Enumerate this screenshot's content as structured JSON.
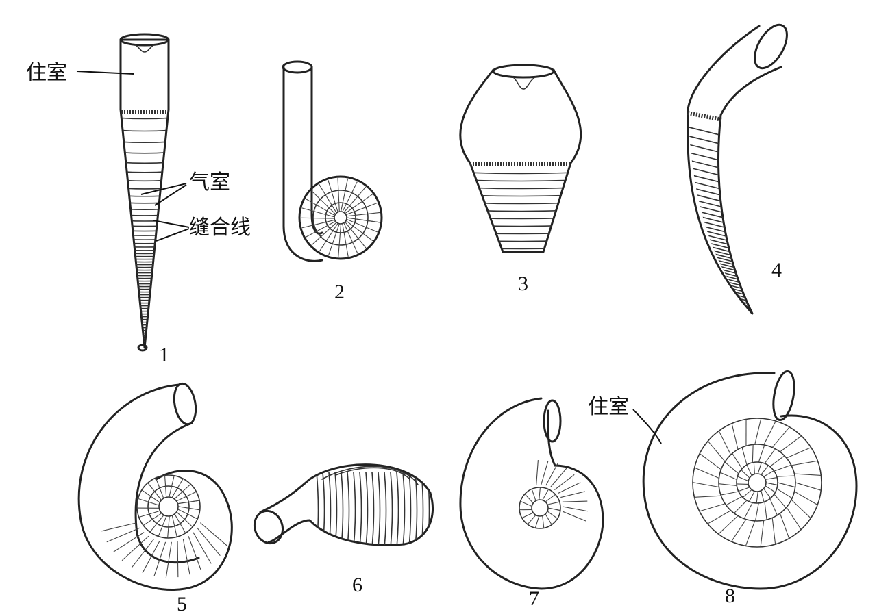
{
  "labels": {
    "living_chamber": "住室",
    "air_chamber": "气室",
    "suture_line": "缝合线"
  },
  "figures": [
    {
      "number": "1"
    },
    {
      "number": "2"
    },
    {
      "number": "3"
    },
    {
      "number": "4"
    },
    {
      "number": "5"
    },
    {
      "number": "6"
    },
    {
      "number": "7"
    },
    {
      "number": "8"
    }
  ]
}
